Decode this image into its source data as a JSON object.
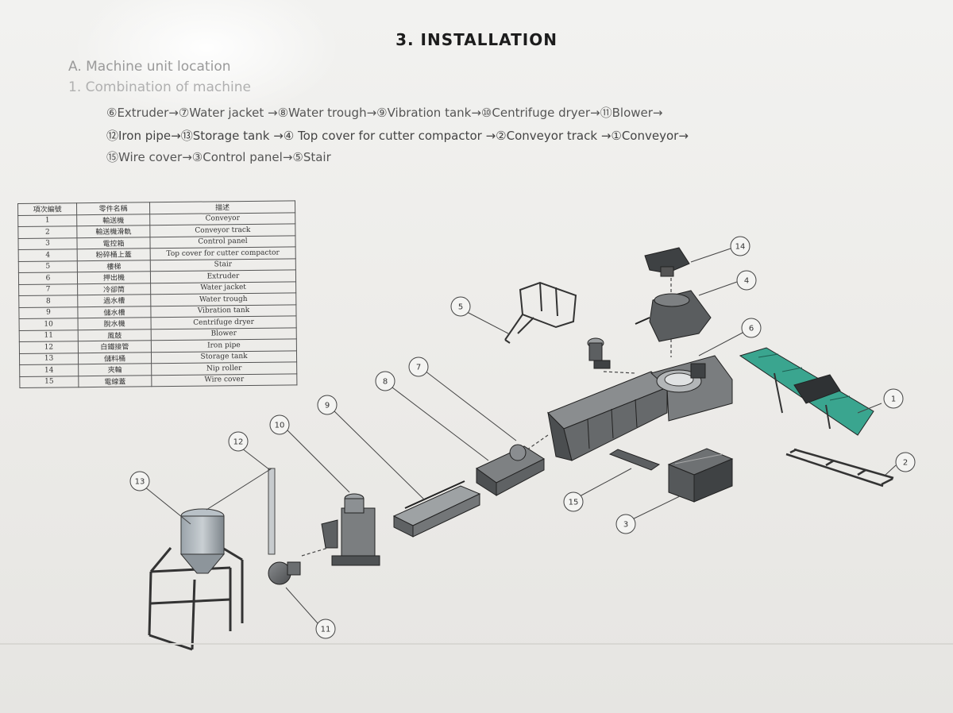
{
  "heading": "3. INSTALLATION",
  "section_a": "A. Machine unit location",
  "item_1": "1. Combination of machine",
  "sequence": {
    "line1": "⑥Extruder→⑦Water jacket →⑧Water trough→⑨Vibration tank→⑩Centrifuge dryer→⑪Blower→",
    "line2": "⑫Iron pipe→⑬Storage tank →④ Top cover for cutter compactor →②Conveyor track →①Conveyor→",
    "line3": "⑮Wire cover→③Control panel→⑤Stair"
  },
  "parts_table": {
    "headers": [
      "項次編號",
      "零件名稱",
      "描述"
    ],
    "rows": [
      [
        "1",
        "輸送機",
        "Conveyor"
      ],
      [
        "2",
        "輸送機滑軌",
        "Conveyor track"
      ],
      [
        "3",
        "電控箱",
        "Control panel"
      ],
      [
        "4",
        "粉碎桶上蓋",
        "Top cover for cutter compactor"
      ],
      [
        "5",
        "樓梯",
        "Stair"
      ],
      [
        "6",
        "押出機",
        "Extruder"
      ],
      [
        "7",
        "冷卻筒",
        "Water jacket"
      ],
      [
        "8",
        "過水槽",
        "Water trough"
      ],
      [
        "9",
        "儲水槽",
        "Vibration tank"
      ],
      [
        "10",
        "脫水機",
        "Centrifuge dryer"
      ],
      [
        "11",
        "風鼓",
        "Blower"
      ],
      [
        "12",
        "白鐵接管",
        "Iron pipe"
      ],
      [
        "13",
        "儲料桶",
        "Storage tank"
      ],
      [
        "14",
        "夾輪",
        "Nip roller"
      ],
      [
        "15",
        "電線蓋",
        "Wire cover"
      ]
    ]
  },
  "callouts": [
    "1",
    "2",
    "3",
    "4",
    "5",
    "6",
    "7",
    "8",
    "9",
    "10",
    "11",
    "12",
    "13",
    "14",
    "15"
  ],
  "colors": {
    "ink": "#222222",
    "paper": "#efeeeb",
    "conveyor_belt": "#3aa58f",
    "machine_gray": "#6b6e70"
  }
}
